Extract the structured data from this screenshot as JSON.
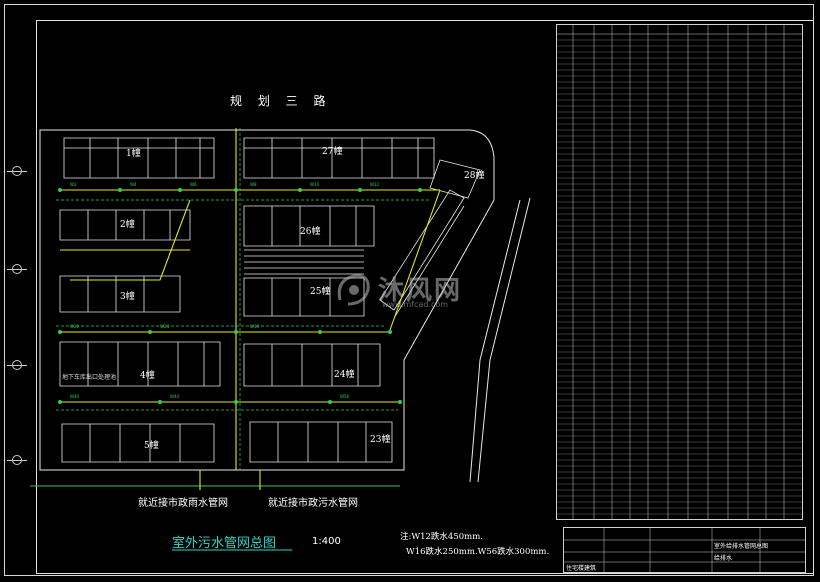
{
  "drawing": {
    "road_name": "规 划 三 路",
    "main_title": "室外污水管网总图",
    "scale": "1:400",
    "note_line1": "注:W12跌水450mm.",
    "note_line2": "W16跌水250mm.W56跌水300mm.",
    "caption_rain": "就近接市政雨水管网",
    "caption_sewer": "就近接市政污水管网",
    "garage_label": "地下车库出口处理池",
    "buildings": [
      {
        "id": "b1",
        "label": "1幢"
      },
      {
        "id": "b2",
        "label": "2幢"
      },
      {
        "id": "b3",
        "label": "3幢"
      },
      {
        "id": "b4",
        "label": "4幢"
      },
      {
        "id": "b5",
        "label": "5幢"
      },
      {
        "id": "b23",
        "label": "23幢"
      },
      {
        "id": "b24",
        "label": "24幢"
      },
      {
        "id": "b25",
        "label": "25幢"
      },
      {
        "id": "b26",
        "label": "26幢"
      },
      {
        "id": "b27",
        "label": "27幢"
      },
      {
        "id": "b28",
        "label": "28幢"
      }
    ]
  },
  "watermark": {
    "brand": "沐风网",
    "url": "www.mfcad.com"
  },
  "title_block": {
    "company": "住宅楼建筑",
    "drawing_name": "室外给排水管网总图",
    "section": "给排水"
  },
  "colors": {
    "background": "#000000",
    "frame": "#e0e0e0",
    "sewer_pipe": "#e6e61e",
    "building": "#e8e8e8",
    "title": "#30d5c8",
    "annotation": "#2ecf5a"
  }
}
